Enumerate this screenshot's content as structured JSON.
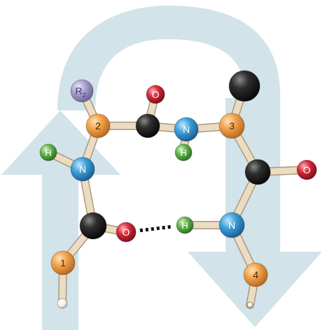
{
  "colors": {
    "background": "#ffffff",
    "arrow": "#d3e3ea",
    "bond": "#ecdcc2",
    "bond_edge": "#a89a80",
    "carbon_orange": "#f2a24a",
    "carbon_black": "#252525",
    "nitrogen_blue": "#3d9fd8",
    "oxygen_red": "#d6283a",
    "hydrogen_green": "#62b54a",
    "r_group_purple": "#a9a2cf",
    "terminal_white": "#f3f0e6"
  },
  "atoms": [
    {
      "id": "R2",
      "element": "R",
      "label": "R",
      "sub": "2"
    },
    {
      "id": "Ca2",
      "element": "C-alpha",
      "label": "2"
    },
    {
      "id": "C_carbonyl_top",
      "element": "C",
      "label": ""
    },
    {
      "id": "O_top",
      "element": "O",
      "label": "O"
    },
    {
      "id": "N_top",
      "element": "N",
      "label": "N"
    },
    {
      "id": "H_top",
      "element": "H",
      "label": "H"
    },
    {
      "id": "Ca3",
      "element": "C-alpha",
      "label": "3"
    },
    {
      "id": "Side3",
      "element": "C",
      "label": ""
    },
    {
      "id": "C_carbonyl_right",
      "element": "C",
      "label": ""
    },
    {
      "id": "O_right",
      "element": "O",
      "label": "O"
    },
    {
      "id": "H_left",
      "element": "H",
      "label": "H"
    },
    {
      "id": "N_left",
      "element": "N",
      "label": "N"
    },
    {
      "id": "C_carbonyl_bottom",
      "element": "C",
      "label": ""
    },
    {
      "id": "O_bottom",
      "element": "O",
      "label": "O"
    },
    {
      "id": "H_bottom",
      "element": "H",
      "label": "H"
    },
    {
      "id": "N_right",
      "element": "N",
      "label": "N"
    },
    {
      "id": "Ca1",
      "element": "C-alpha",
      "label": "1"
    },
    {
      "id": "Ca4",
      "element": "C-alpha",
      "label": "4"
    },
    {
      "id": "T1",
      "element": "terminal",
      "label": ""
    },
    {
      "id": "T4",
      "element": "terminal",
      "label": ""
    }
  ],
  "bonds": [
    [
      "R2",
      "Ca2"
    ],
    [
      "Ca2",
      "C_carbonyl_top"
    ],
    [
      "C_carbonyl_top",
      "O_top"
    ],
    [
      "C_carbonyl_top",
      "N_top"
    ],
    [
      "N_top",
      "H_top"
    ],
    [
      "N_top",
      "Ca3"
    ],
    [
      "Ca3",
      "Side3"
    ],
    [
      "Ca3",
      "C_carbonyl_right"
    ],
    [
      "C_carbonyl_right",
      "O_right"
    ],
    [
      "C_carbonyl_right",
      "N_right"
    ],
    [
      "Ca2",
      "N_left"
    ],
    [
      "N_left",
      "H_left"
    ],
    [
      "N_left",
      "C_carbonyl_bottom"
    ],
    [
      "C_carbonyl_bottom",
      "O_bottom"
    ],
    [
      "C_carbonyl_bottom",
      "Ca1"
    ],
    [
      "Ca1",
      "T1"
    ],
    [
      "N_right",
      "H_bottom"
    ],
    [
      "N_right",
      "Ca4"
    ],
    [
      "Ca4",
      "T4"
    ]
  ],
  "hydrogen_bonds": [
    [
      "O_bottom",
      "H_bottom"
    ]
  ]
}
